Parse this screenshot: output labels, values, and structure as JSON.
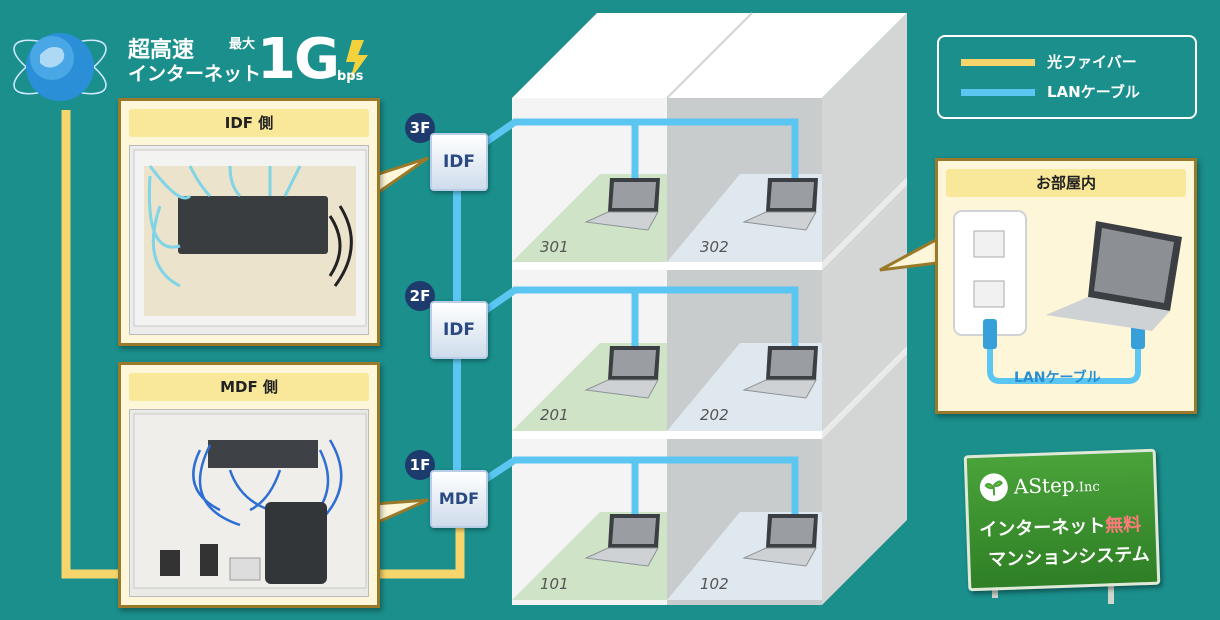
{
  "header": {
    "line1": "超高速",
    "line2": "インターネット",
    "max_label": "最大",
    "speed": "1G",
    "unit": "bps"
  },
  "legend": {
    "fiber_label": "光ファイバー",
    "lan_label": "LANケーブル",
    "fiber_color": "#f6d66c",
    "lan_color": "#5bc6f2"
  },
  "panels": {
    "idf_title": "IDF 側",
    "mdf_title": "MDF 側",
    "room_title": "お部屋内",
    "room_cable_label": "LANケーブル"
  },
  "floors": [
    {
      "badge": "3F",
      "box": "IDF",
      "rooms": [
        "301",
        "302"
      ]
    },
    {
      "badge": "2F",
      "box": "IDF",
      "rooms": [
        "201",
        "202"
      ]
    },
    {
      "badge": "1F",
      "box": "MDF",
      "rooms": [
        "101",
        "102"
      ]
    }
  ],
  "sign": {
    "company": "AStep",
    "company_suffix": ".Inc",
    "line1": "インターネット",
    "line1_highlight": "無料",
    "line2": "マンションシステム"
  }
}
